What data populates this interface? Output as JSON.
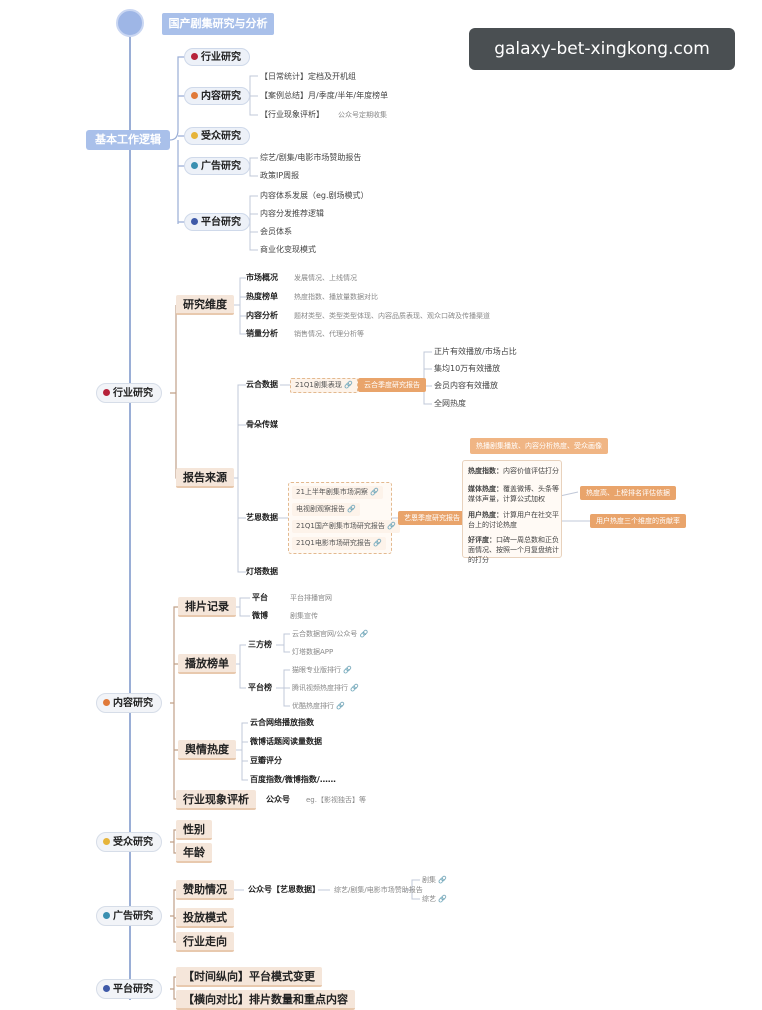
{
  "root": {
    "title": "国产剧集研究与分析"
  },
  "basic": {
    "title": "基本工作逻辑",
    "items": [
      {
        "label": "行业研究",
        "num": "1",
        "color": "#b6223a"
      },
      {
        "label": "内容研究",
        "num": "2",
        "color": "#e07a3a"
      },
      {
        "label": "受众研究",
        "num": "3",
        "color": "#e6b43a"
      },
      {
        "label": "广告研究",
        "num": "4",
        "color": "#3a8fb0"
      },
      {
        "label": "平台研究",
        "num": "5",
        "color": "#3f5aa8"
      }
    ],
    "content_sub": [
      "【日常统计】定档及开机组",
      "【案例总结】月/季度/半年/年度榜单",
      "【行业现象评析】"
    ],
    "content_sub_note": "公众号定期收集",
    "ad_sub": [
      "综艺/剧集/电影市场赞助报告",
      "政策IP周报"
    ],
    "platform_sub": [
      "内容体系发展（eg.剧场模式）",
      "内容分发推荐逻辑",
      "会员体系",
      "商业化变现模式"
    ]
  },
  "industry": {
    "title": "行业研究",
    "research_dim": {
      "label": "研究维度",
      "items": [
        {
          "label": "市场概况",
          "note": "发展情况、上线情况"
        },
        {
          "label": "热度榜单",
          "note": "热度指数、播放量数据对比"
        },
        {
          "label": "内容分析",
          "note": "题材类型、类型类型体现、内容品质表现、观众口碑及传播渠道"
        },
        {
          "label": "销量分析",
          "note": "销售情况、代理分析等"
        }
      ]
    },
    "report_src": {
      "label": "报告来源",
      "cloud": {
        "label": "云合数据",
        "box": "21Q1剧集表现",
        "tag": "云合季度研究报告",
        "items": [
          "正片有效播放/市场占比",
          "集均10万有效播放",
          "会员内容有效播放",
          "全网热度"
        ]
      },
      "film": {
        "label": "骨朵传媒"
      },
      "yiyi": {
        "label": "艺恩数据",
        "boxes": [
          "21上半年剧集市场洞察",
          "电视剧观察报告",
          "21Q1国产剧集市场研究报告",
          "21Q1电影市场研究报告"
        ],
        "tag": "艺恩季度研究报告",
        "top_tag": "热播剧集播放、内容分析热度、受众画像",
        "items": [
          {
            "label": "热度指数：",
            "text": "内容价值评估打分"
          },
          {
            "label": "媒体热度：",
            "text": "覆盖微博、头条等媒体声量，计算公式加权"
          },
          {
            "label": "用户热度：",
            "text": "计算用户在社交平台上的讨论热度"
          },
          {
            "label": "好评度：",
            "text": "口碑一周总数和正负面情况、按照一个月复盘统计的打分"
          }
        ],
        "side_tags": [
          "热度高、上榜排名评估依据",
          "用户热度三个维度的贡献率"
        ]
      },
      "other": {
        "label": "灯塔数据"
      }
    }
  },
  "content": {
    "title": "内容研究",
    "schedule": {
      "label": "排片记录",
      "items": [
        {
          "label": "平台",
          "note": "平台排播官网"
        },
        {
          "label": "微博",
          "note": "剧集宣传"
        }
      ]
    },
    "ranking": {
      "label": "播放榜单",
      "third": {
        "label": "三方榜",
        "items": [
          "云合数据官网/公众号",
          "灯塔数据APP"
        ]
      },
      "platform": {
        "label": "平台榜",
        "items": [
          "猫眼专业版排行",
          "腾讯视频热度排行",
          "优酷热度排行"
        ]
      }
    },
    "heat": {
      "label": "舆情热度",
      "items": [
        "云合网络播放指数",
        "微博话题阅读量数据",
        "豆瓣评分",
        "百度指数/微博指数/……"
      ]
    },
    "phenom": {
      "label": "行业现象评析",
      "account": "公众号",
      "note": "eg.【影视独舌】等"
    }
  },
  "audience": {
    "title": "受众研究",
    "items": [
      "性别",
      "年龄"
    ]
  },
  "ad": {
    "title": "广告研究",
    "sponsor": {
      "label": "赞助情况",
      "account": "公众号【艺恩数据】",
      "note": "综艺/剧集/电影市场赞助报告",
      "items": [
        "剧集",
        "综艺"
      ]
    },
    "items": [
      "投放模式",
      "行业走向"
    ]
  },
  "platform": {
    "title": "平台研究",
    "items": [
      "【时间纵向】平台模式变更",
      "【横向对比】排片数量和重点内容"
    ]
  },
  "watermark": "galaxy-bet-xingkong.com"
}
